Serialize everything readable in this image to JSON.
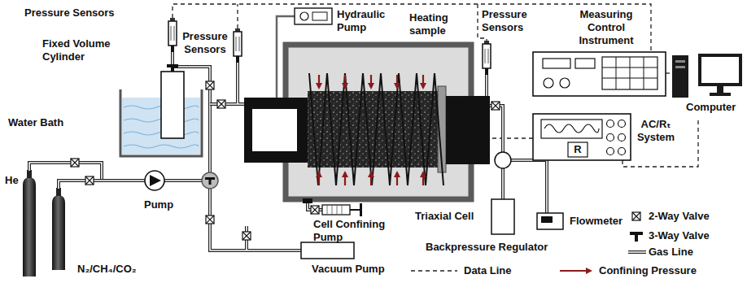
{
  "diagram": {
    "labels": [
      "Pressure Sensors",
      "Pressure Sensors",
      "Hydraulic Pump",
      "Heating sample",
      "Pressure Sensors",
      "Measuring Control Instrument",
      "Computer",
      "Fixed Volume Cylinder",
      "Water Bath",
      "AC/Rₜ System",
      "R",
      "Triaxial Cell",
      "Cell Confining Pump",
      "Backpressure Regulator",
      "Flowmeter",
      "He",
      "N₂/CH₄/CO₂",
      "Pump",
      "Vacuum Pump"
    ],
    "legend": [
      {
        "text": "2-Way Valve"
      },
      {
        "text": "3-Way Valve"
      },
      {
        "text": "Gas Line"
      },
      {
        "text": "Data Line"
      },
      {
        "text": "Confining Pressure"
      }
    ]
  }
}
